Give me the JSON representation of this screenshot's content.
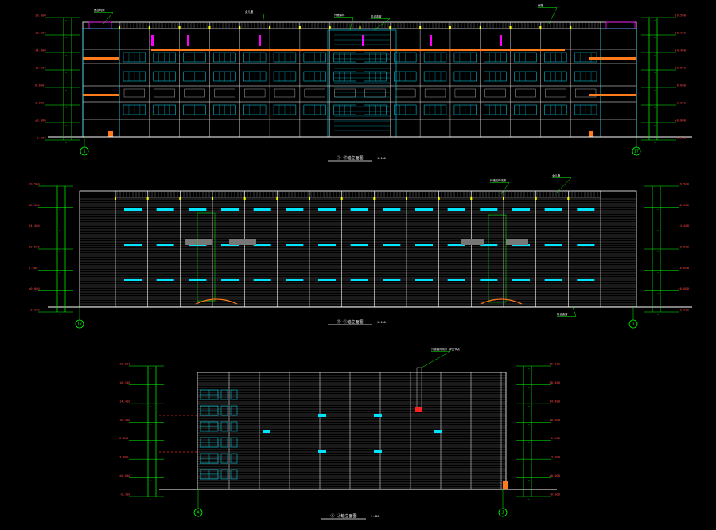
{
  "drawing": {
    "background": "#000000",
    "colors": {
      "line": "#ffffff",
      "grid": "#cfcfcf",
      "dim": "#00ff00",
      "window": "#00e5ff",
      "level_text": "#ff4444",
      "note": "#ffffff",
      "accent_orange": "#ff7a1a",
      "accent_magenta": "#ff00ff",
      "accent_yellow": "#ffff00",
      "accent_red": "#ff2020"
    },
    "elevations": [
      {
        "id": "top",
        "title": "①-⑰轴立面图",
        "scale": "1:100",
        "axis_left": "1",
        "axis_right": "17",
        "notes": [
          "屋面构架",
          "女儿墙",
          "外墙涂料",
          "铝合金窗",
          "雨篷"
        ],
        "levels": [
          "19.500",
          "18.300",
          "14.400",
          "10.500",
          "6.600",
          "3.000",
          "±0.000",
          "-0.300"
        ]
      },
      {
        "id": "middle",
        "title": "⑰-①轴立面图",
        "scale": "1:100",
        "axis_left": "17",
        "axis_right": "1",
        "notes": [
          "外墙装饰线条",
          "女儿墙",
          "铝合金窗"
        ],
        "levels": [
          "19.500",
          "18.300",
          "14.400",
          "10.500",
          "6.600",
          "±0.000",
          "-0.300"
        ]
      },
      {
        "id": "bottom",
        "title": "Ⓐ-Ⓙ轴立面图",
        "scale": "1:100",
        "axis_left": "A",
        "axis_right": "J",
        "notes": [
          "外墙装饰线条 详见节点"
        ],
        "levels": [
          "19.500",
          "18.300",
          "14.400",
          "10.500",
          "6.600",
          "3.000",
          "±0.000",
          "-0.300"
        ]
      }
    ]
  }
}
